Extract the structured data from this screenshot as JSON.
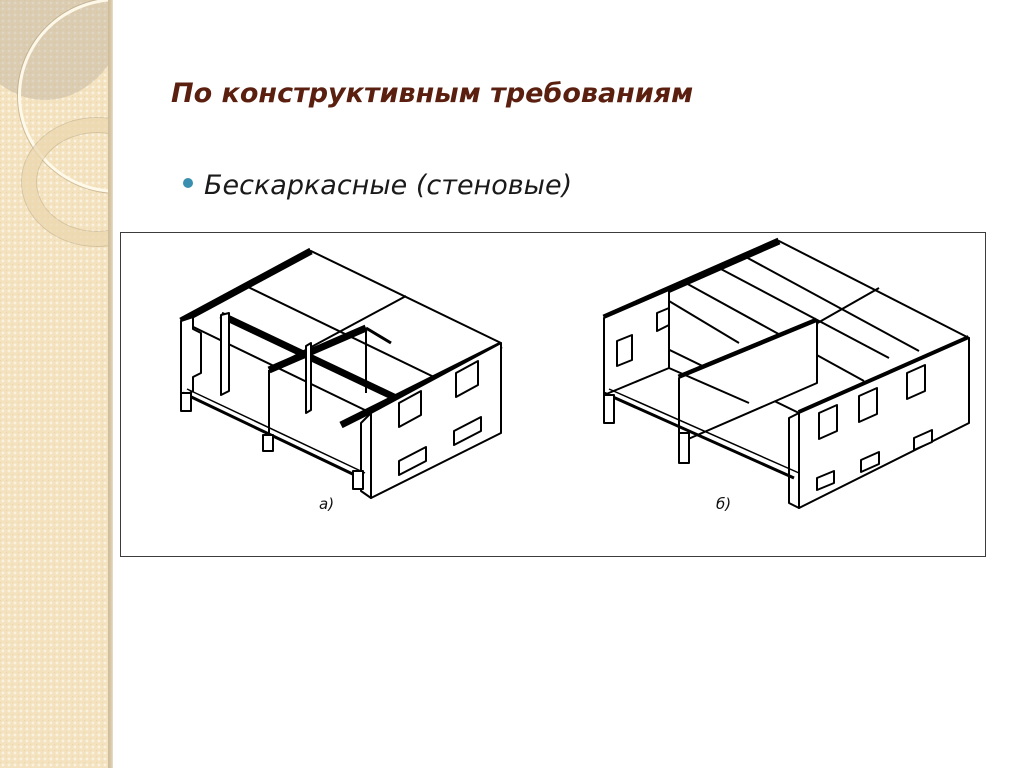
{
  "slide": {
    "title": "По конструктивным требованиям",
    "bullets": [
      {
        "text": "Бескаркасные (стеновые)",
        "bullet_color": "#3a8fb0"
      }
    ],
    "title_color": "#5a1f0f"
  },
  "figure": {
    "type": "isometric-building-drawings",
    "panels": [
      {
        "label": "а)"
      },
      {
        "label": "б)"
      }
    ]
  }
}
